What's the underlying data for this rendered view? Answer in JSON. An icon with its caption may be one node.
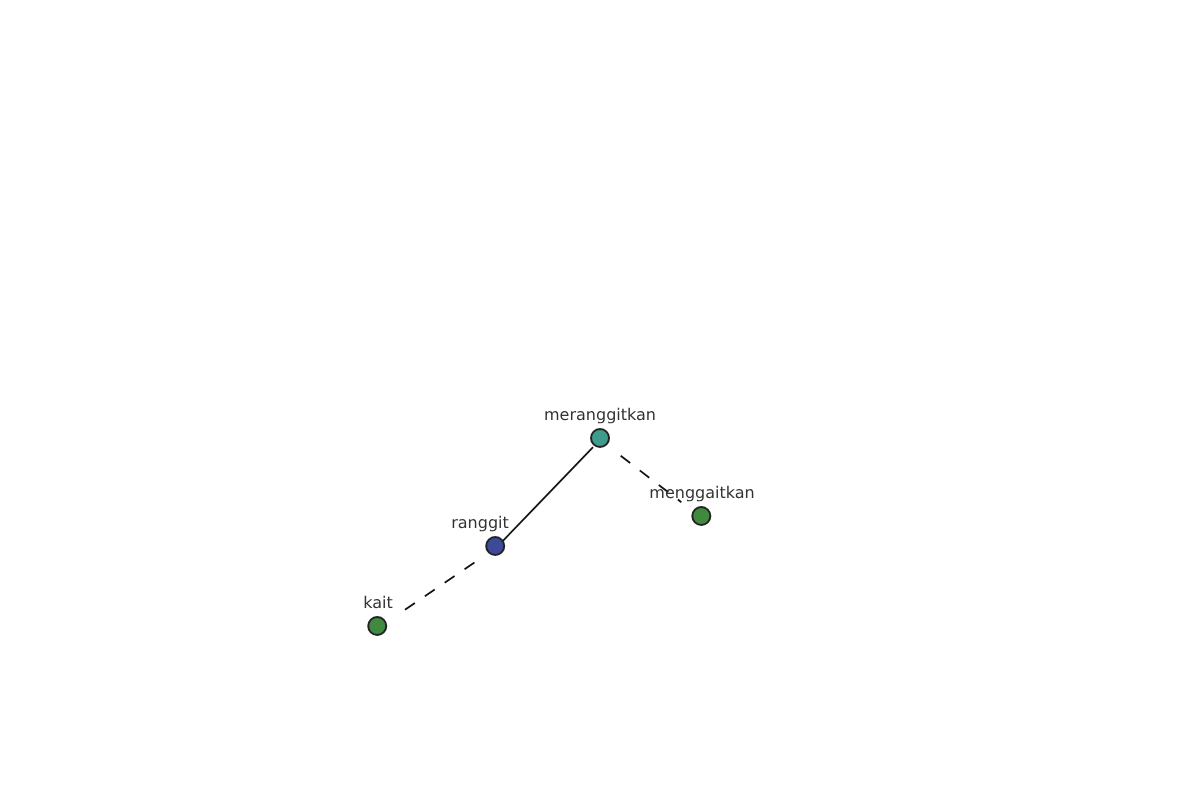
{
  "diagram": {
    "nodes": [
      {
        "text": [
          "meranggitkan"
        ]
      },
      {
        "text": [
          "ranggit"
        ]
      },
      {
        "text": [
          "kait"
        ]
      },
      {
        "text": [
          "menggaitkan"
        ]
      }
    ],
    "edges": [
      {
        "from": 0,
        "to": 1,
        "arrow": "none"
      },
      {
        "from": 1,
        "to": 2,
        "arrow": "none",
        "style": "dashed"
      },
      {
        "from": 0,
        "to": 3,
        "arrow": "none",
        "style": "dashed"
      }
    ]
  }
}
